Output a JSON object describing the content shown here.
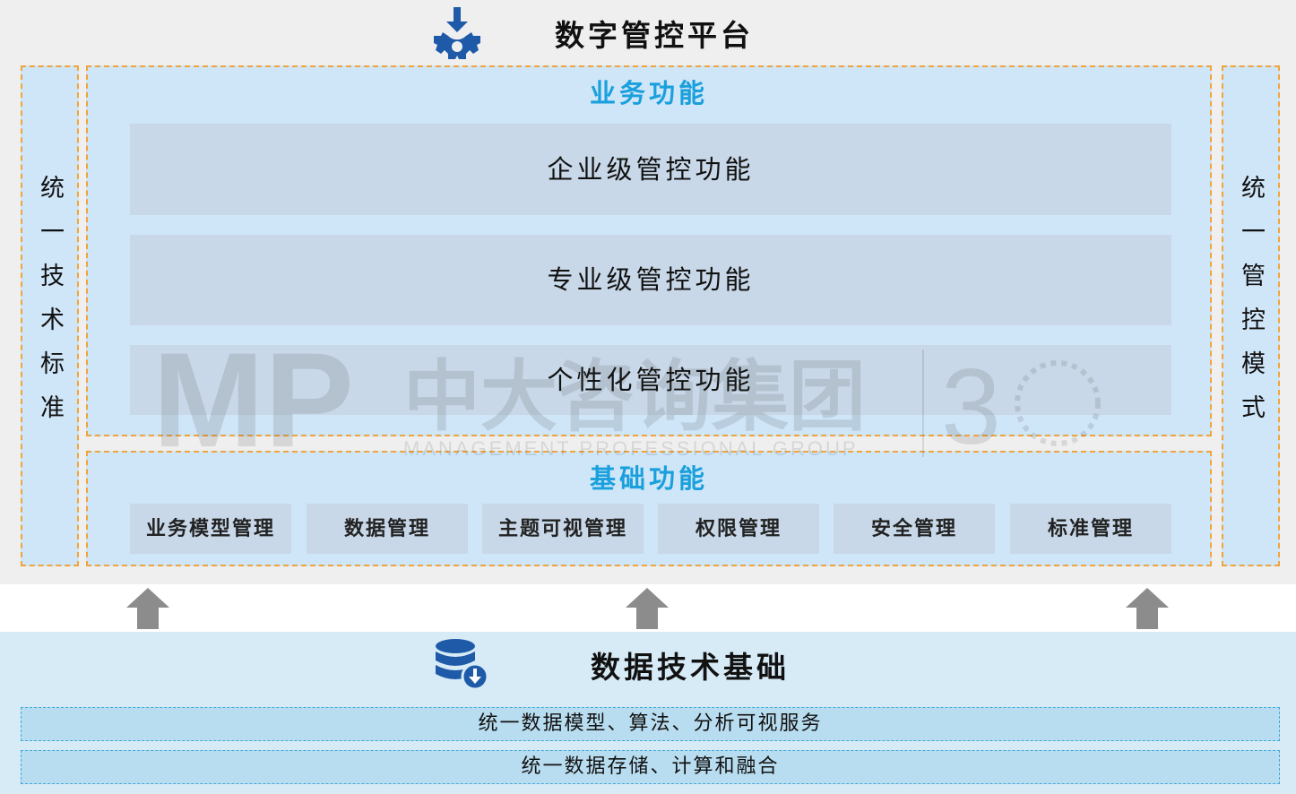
{
  "platform": {
    "title": "数字管控平台",
    "icon": "gear-download-icon"
  },
  "left_panel": {
    "label": "统一技术标准"
  },
  "right_panel": {
    "label": "统一管控模式"
  },
  "business": {
    "title": "业务功能",
    "rows": [
      "企业级管控功能",
      "专业级管控功能",
      "个性化管控功能"
    ]
  },
  "base_functions": {
    "title": "基础功能",
    "items": [
      "业务模型管理",
      "数据管理",
      "主题可视管理",
      "权限管理",
      "安全管理",
      "标准管理"
    ]
  },
  "data_foundation": {
    "title": "数据技术基础",
    "icon": "database-download-icon",
    "strips": [
      "统一数据模型、算法、分析可视服务",
      "统一数据存储、计算和融合"
    ]
  },
  "watermark": {
    "name": "中大咨询集团",
    "subtitle": "MANAGEMENT PROFESSIONAL GROUP"
  },
  "colors": {
    "accent_title": "#1aa0dc",
    "dashed_border": "#f0a53a",
    "panel": "#cfe5f8",
    "arrow": "#8c8c8c",
    "icon_blue": "#1e5aa8"
  }
}
